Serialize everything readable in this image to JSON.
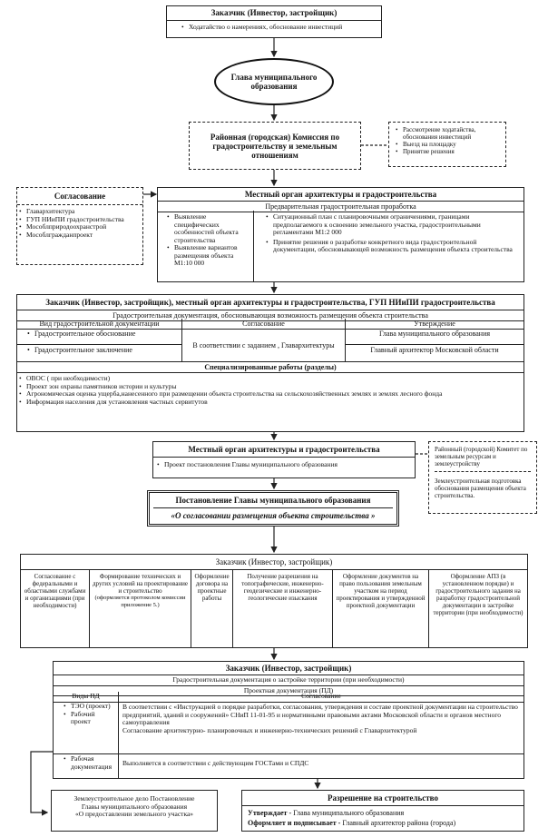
{
  "customer_top": {
    "title": "Заказчик (Инвестор, застройщик)",
    "item": "Ходатайство о намерениях, обоснование инвестиций"
  },
  "head": {
    "text": "Глава муниципального образования"
  },
  "commission": {
    "title": "Районная (городская) Комиссия по градостроительству и земельным отношениям",
    "notes": [
      "Рассмотрение ходатайства, обоснования инвестиций",
      "Выезд на площадку",
      "Принятие решения"
    ]
  },
  "approval_side": {
    "title": "Согласование",
    "items": [
      "Главархитектура",
      "ГУП НИиПИ градостроительства",
      "Мособлприродоохранстрой",
      "Мособлгражданпроект"
    ]
  },
  "local_arch": {
    "title": "Местный орган архитектуры и градостроительства",
    "subtitle": "Предварительная градостроительная проработка",
    "left_items": [
      "Выявление специфических особенностей объекта строительства",
      "Выявление вариантов размещения объекта М1:10 000"
    ],
    "right_items": [
      "Ситуационный план с планировочными ограничениями, границами предполагаемого к освоению земельного участка, градостроительными регламентами М1:2 000",
      "Принятие решения о разработке конкретного вида градостроительной документации, обосновывающей возможность размещения объекта строительства"
    ]
  },
  "joint": {
    "title": "Заказчик (Инвестор, застройщик), местный орган архитектуры и градостроительства, ГУП НИиПИ градостроительства",
    "subtitle": "Градостроительная документация, обосновывающая возможность размещения объекта строительства",
    "col_headers": [
      "Вид градостроительной документации",
      "Согласование",
      "Утверждение"
    ],
    "doc_types": [
      "Градостроительное обоснование",
      "Градостроительное заключение"
    ],
    "agreement": "В соответствии с заданием , Главархитектуры",
    "approvals": [
      "Глава муниципального образования",
      "Главный архитектор Московской области"
    ],
    "special_title": "Специализированные работы (разделы)",
    "special_items": [
      "ОВОС ( при необходимости)",
      "Проект зон охраны памятников истории и культуры",
      "Агрономическая оценка ущерба,нанесенного при размещении объекта строительства на сельскохозяйственных землях и землях лесного фонда",
      "Информация населения для установления частных сервитутов"
    ]
  },
  "local_arch2": {
    "title": "Местный орган архитектуры и градостроительства",
    "item": "Проект постановления Главы муниципального образования",
    "note1": "Районный (городской) Комитет по земельным ресурсам и землеустройству",
    "note2": "Землеустроительная подготовка обоснования размещения объекта строительства."
  },
  "resolution": {
    "title": "Постановление Главы муниципального образования",
    "subtitle": "«О согласовании размещения объекта строительства »"
  },
  "customer_mid": {
    "title": "Заказчик (Инвестор, застройщик)",
    "cols": [
      "Согласование с федеральными и областными службами и организациями (при необходимости)",
      "Формирование технических и других условий на проектирование и строительство",
      "Оформление договора на проектные работы",
      "Получение разрешения на топографические, инженерно-геодезические и инженерно-геологические изыскания",
      "Оформление документов на право пользования земельным участком на период проектирования и утвержденной проектной документации",
      "Оформление АПЗ (в установленном порядке) и градостроительного задания на разработку градостроительной документации в застройке территории (при необходимости)"
    ],
    "col2_note": "(оформляется протоколом комиссии приложение 5.)"
  },
  "customer_bottom": {
    "title": "Заказчик (Инвестор, застройщик)",
    "subtitle": "Градостроительная документация о застройке территории (при необходимости)",
    "proj_title": "Проектная документация (ПД)",
    "col_headers": [
      "Виды ПД",
      "Согласование"
    ],
    "pd_types": [
      "ТЭО (проект)",
      "Рабочий проект"
    ],
    "agreement_text": "В соответствии с «Инструкцией о порядке разработки, согласования, утверждения и составе проектной документации на строительство предприятий, зданий и сооружений» СНиП 11-01-95 и нормативными правовыми актами Московской области и органов местного самоуправления",
    "agreement_text2": "Согласование архитектурно- планировочных и инженерно-технических решений с Главархитектурой",
    "working_doc": "Рабочая документация",
    "working_text": "Выполняется в соответствии с действующим ГОСТами и СПДС"
  },
  "land_case": {
    "line1": "Землеустроительное дело  Постановление",
    "line2": "Главы муниципального образования",
    "line3": "«О предоставлении земельного участка»"
  },
  "permit": {
    "title": "Разрешение на строительство",
    "line1_bold": "Утверждает -",
    "line1_text": " Глава муниципального образования",
    "line2_bold": "Оформляет и подписывает -",
    "line2_text": " Главный архитектор района (города)"
  }
}
